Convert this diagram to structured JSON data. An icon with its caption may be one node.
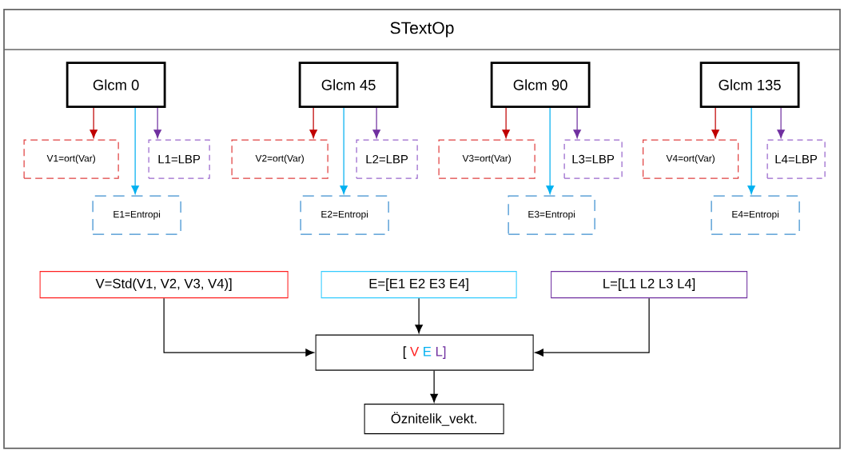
{
  "diagram": {
    "nodes": [
      {
        "text": [
          "STextOp"
        ]
      },
      {
        "text": [
          "Glcm 0"
        ],
        "in": 0
      },
      {
        "text": [
          "V1=ort(Var)"
        ],
        "in": 0
      },
      {
        "text": [
          "L1=LBP"
        ],
        "in": 0
      },
      {
        "text": [
          "E1=Entropi"
        ],
        "in": 0
      },
      {
        "text": [
          "Glcm 45"
        ],
        "in": 0
      },
      {
        "text": [
          "V2=ort(Var)"
        ],
        "in": 0
      },
      {
        "text": [
          "L2=LBP"
        ],
        "in": 0
      },
      {
        "text": [
          "E2=Entropi"
        ],
        "in": 0
      },
      {
        "text": [
          "Glcm 90"
        ],
        "in": 0
      },
      {
        "text": [
          "V3=ort(Var)"
        ],
        "in": 0
      },
      {
        "text": [
          "L3=LBP"
        ],
        "in": 0
      },
      {
        "text": [
          "E3=Entropi"
        ],
        "in": 0
      },
      {
        "text": [
          "Glcm 135"
        ],
        "in": 0
      },
      {
        "text": [
          "V4=ort(Var)"
        ],
        "in": 0
      },
      {
        "text": [
          "L4=LBP"
        ],
        "in": 0
      },
      {
        "text": [
          "E4=Entropi"
        ],
        "in": 0
      },
      {
        "text": [
          "V=Std(V1, V2, V3, V4)]"
        ],
        "in": 0
      },
      {
        "text": [
          "E=[E1 E2 E3 E4]"
        ],
        "in": 0
      },
      {
        "text": [
          "L=[L1 L2 L3 L4]"
        ],
        "in": 0
      },
      {
        "text": [
          "[",
          "V",
          "E",
          "L]"
        ],
        "in": 0
      },
      {
        "text": [
          "Öznitelik_vekt."
        ],
        "in": 0
      }
    ],
    "edges": [
      {
        "from": 1,
        "to": 2,
        "arrow": "to",
        "color": "#c00000"
      },
      {
        "from": 1,
        "to": 4,
        "arrow": "to",
        "color": "#00b0f0"
      },
      {
        "from": 1,
        "to": 3,
        "arrow": "to",
        "color": "#7030a0"
      },
      {
        "from": 5,
        "to": 6,
        "arrow": "to",
        "color": "#c00000"
      },
      {
        "from": 5,
        "to": 8,
        "arrow": "to",
        "color": "#00b0f0"
      },
      {
        "from": 5,
        "to": 7,
        "arrow": "to",
        "color": "#7030a0"
      },
      {
        "from": 9,
        "to": 10,
        "arrow": "to",
        "color": "#c00000"
      },
      {
        "from": 9,
        "to": 12,
        "arrow": "to",
        "color": "#00b0f0"
      },
      {
        "from": 9,
        "to": 11,
        "arrow": "to",
        "color": "#7030a0"
      },
      {
        "from": 13,
        "to": 14,
        "arrow": "to",
        "color": "#c00000"
      },
      {
        "from": 13,
        "to": 16,
        "arrow": "to",
        "color": "#00b0f0"
      },
      {
        "from": 13,
        "to": 15,
        "arrow": "to",
        "color": "#7030a0"
      },
      {
        "from": 17,
        "to": 20,
        "arrow": "to",
        "color": "#000000"
      },
      {
        "from": 18,
        "to": 20,
        "arrow": "to",
        "color": "#000000"
      },
      {
        "from": 19,
        "to": 20,
        "arrow": "to",
        "color": "#000000"
      },
      {
        "from": 20,
        "to": 21,
        "arrow": "to",
        "color": "#000000"
      }
    ]
  }
}
